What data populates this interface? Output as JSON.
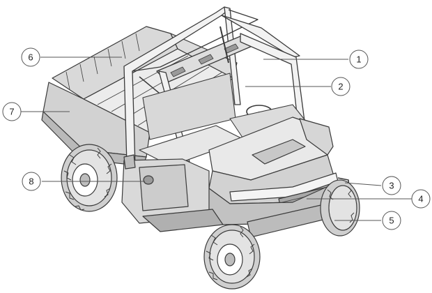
{
  "diagram": {
    "subject": "utility-vehicle-side-by-side",
    "line_color": "#3a3a3a",
    "fill_light": "#e6e6e6",
    "fill_mid": "#cfcfcf",
    "fill_dark": "#9a9a9a",
    "callouts": [
      {
        "id": "c1",
        "label": "1"
      },
      {
        "id": "c2",
        "label": "2"
      },
      {
        "id": "c3",
        "label": "3"
      },
      {
        "id": "c4",
        "label": "4"
      },
      {
        "id": "c5",
        "label": "5"
      },
      {
        "id": "c6",
        "label": "6"
      },
      {
        "id": "c7",
        "label": "7"
      },
      {
        "id": "c8",
        "label": "8"
      }
    ]
  }
}
